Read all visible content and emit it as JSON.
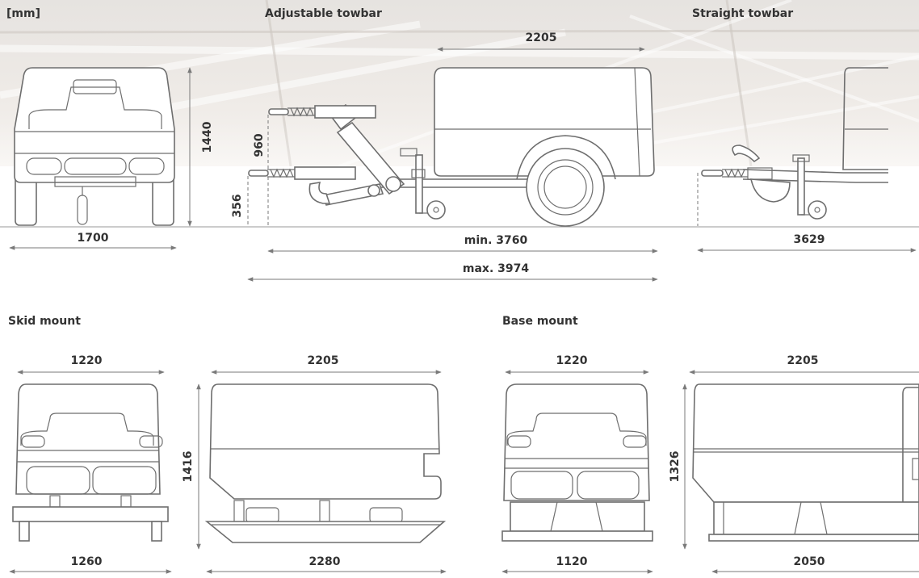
{
  "unit_label": "[mm]",
  "headings": {
    "adjustable_towbar": "Adjustable towbar",
    "straight_towbar": "Straight towbar",
    "skid_mount": "Skid mount",
    "base_mount": "Base mount"
  },
  "dimensions": {
    "front_width": "1700",
    "front_height": "1440",
    "towbar_upper_height": "960",
    "towbar_lower_height": "356",
    "body_length": "2205",
    "adjustable_min_length": "min. 3760",
    "adjustable_max_length": "max. 3974",
    "straight_length": "3629",
    "skid_front_top_width": "1220",
    "skid_side_top_length": "2205",
    "skid_height": "1416",
    "skid_front_bottom_width": "1260",
    "skid_side_bottom_length": "2280",
    "base_front_top_width": "1220",
    "base_side_top_length": "2205",
    "base_height": "1326",
    "base_front_bottom_width": "1120",
    "base_side_bottom_length": "2050"
  },
  "colors": {
    "outline": "#6e6e6e",
    "text": "#333333",
    "background_photo": "#e6e3e0"
  }
}
